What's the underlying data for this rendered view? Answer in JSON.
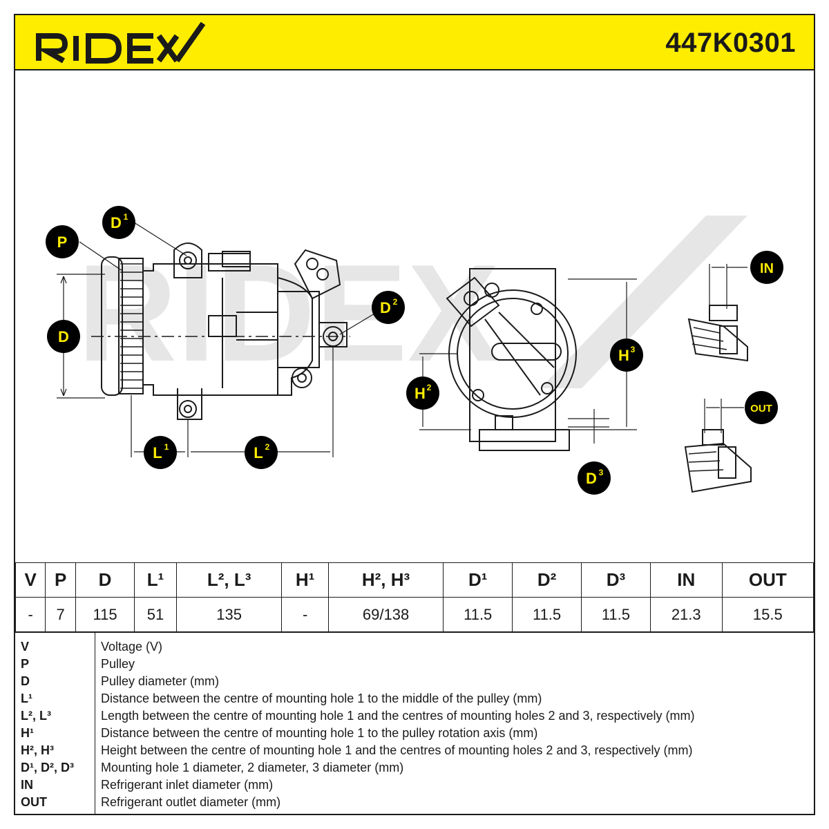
{
  "header": {
    "brand": "RIDEX",
    "part_number": "447K0301",
    "background_color": "#ffed00"
  },
  "drawing": {
    "callouts": [
      {
        "id": "P",
        "label": "P",
        "sup": ""
      },
      {
        "id": "D",
        "label": "D",
        "sup": ""
      },
      {
        "id": "D1",
        "label": "D",
        "sup": "1"
      },
      {
        "id": "D2",
        "label": "D",
        "sup": "2"
      },
      {
        "id": "D3",
        "label": "D",
        "sup": "3"
      },
      {
        "id": "L1",
        "label": "L",
        "sup": "1"
      },
      {
        "id": "L2",
        "label": "L",
        "sup": "2"
      },
      {
        "id": "H2",
        "label": "H",
        "sup": "2"
      },
      {
        "id": "H3",
        "label": "H",
        "sup": "3"
      },
      {
        "id": "IN",
        "label": "IN",
        "sup": ""
      },
      {
        "id": "OUT",
        "label": "OUT",
        "sup": ""
      }
    ],
    "callout_color": "#ffed00",
    "watermark": "RIDEX"
  },
  "spec_table": {
    "headers": [
      "V",
      "P",
      "D",
      "L¹",
      "L², L³",
      "H¹",
      "H², H³",
      "D¹",
      "D²",
      "D³",
      "IN",
      "OUT"
    ],
    "values": [
      "-",
      "7",
      "115",
      "51",
      "135",
      "-",
      "69/138",
      "11.5",
      "11.5",
      "11.5",
      "21.3",
      "15.5"
    ]
  },
  "legend": [
    {
      "key": "V",
      "desc": "Voltage (V)"
    },
    {
      "key": "P",
      "desc": "Pulley"
    },
    {
      "key": "D",
      "desc": "Pulley diameter (mm)"
    },
    {
      "key": "L¹",
      "desc": "Distance between the centre of mounting hole 1 to the middle of the pulley (mm)"
    },
    {
      "key": "L², L³",
      "desc": "Length between the centre of mounting hole 1 and the centres of mounting holes 2 and 3, respectively (mm)"
    },
    {
      "key": "H¹",
      "desc": "Distance between the centre of mounting hole 1 to the pulley rotation axis (mm)"
    },
    {
      "key": "H², H³",
      "desc": "Height between the centre of mounting hole 1 and the centres of mounting holes 2 and 3, respectively (mm)"
    },
    {
      "key": "D¹, D², D³",
      "desc": "Mounting hole 1 diameter, 2 diameter, 3 diameter (mm)"
    },
    {
      "key": "IN",
      "desc": "Refrigerant inlet diameter (mm)"
    },
    {
      "key": "OUT",
      "desc": "Refrigerant outlet diameter (mm)"
    }
  ]
}
